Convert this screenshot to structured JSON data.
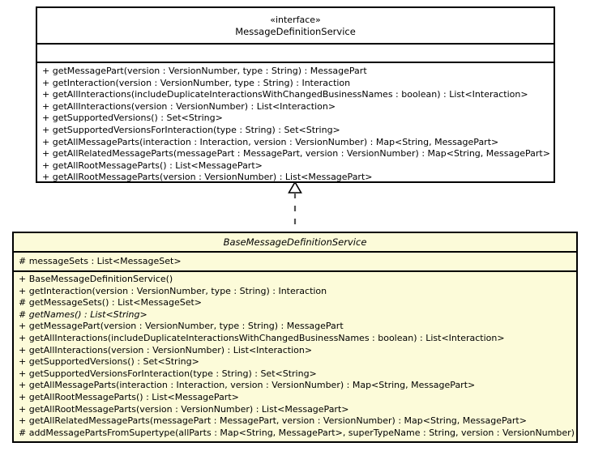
{
  "diagram": {
    "type": "uml-class-diagram",
    "relationship": {
      "kind": "realization",
      "line_style": "dashed",
      "arrow_head": "hollow-triangle",
      "from": "BaseMessageDefinitionService",
      "to": "MessageDefinitionService"
    }
  },
  "interface_box": {
    "stereotype": "«interface»",
    "name": "MessageDefinitionService",
    "fill": "#ffffff",
    "attributes": [],
    "methods": [
      "+ getMessagePart(version : VersionNumber, type : String) : MessagePart",
      "+ getInteraction(version : VersionNumber, type : String) : Interaction",
      "+ getAllInteractions(includeDuplicateInteractionsWithChangedBusinessNames : boolean) : List<Interaction>",
      "+ getAllInteractions(version : VersionNumber) : List<Interaction>",
      "+ getSupportedVersions() : Set<String>",
      "+ getSupportedVersionsForInteraction(type : String) : Set<String>",
      "+ getAllMessageParts(interaction : Interaction, version : VersionNumber) : Map<String, MessagePart>",
      "+ getAllRelatedMessageParts(messagePart : MessagePart, version : VersionNumber) : Map<String, MessagePart>",
      "+ getAllRootMessageParts() : List<MessagePart>",
      "+ getAllRootMessageParts(version : VersionNumber) : List<MessagePart>"
    ]
  },
  "class_box": {
    "name": "BaseMessageDefinitionService",
    "is_abstract": true,
    "fill": "#fcfbd9",
    "attributes": [
      "# messageSets : List<MessageSet>"
    ],
    "methods": [
      {
        "text": "+ BaseMessageDefinitionService()",
        "abstract": false
      },
      {
        "text": "+ getInteraction(version : VersionNumber, type : String) : Interaction",
        "abstract": false
      },
      {
        "text": "# getMessageSets() : List<MessageSet>",
        "abstract": false
      },
      {
        "text": "# getNames() : List<String>",
        "abstract": true
      },
      {
        "text": "+ getMessagePart(version : VersionNumber, type : String) : MessagePart",
        "abstract": false
      },
      {
        "text": "+ getAllInteractions(includeDuplicateInteractionsWithChangedBusinessNames : boolean) : List<Interaction>",
        "abstract": false
      },
      {
        "text": "+ getAllInteractions(version : VersionNumber) : List<Interaction>",
        "abstract": false
      },
      {
        "text": "+ getSupportedVersions() : Set<String>",
        "abstract": false
      },
      {
        "text": "+ getSupportedVersionsForInteraction(type : String) : Set<String>",
        "abstract": false
      },
      {
        "text": "+ getAllMessageParts(interaction : Interaction, version : VersionNumber) : Map<String, MessagePart>",
        "abstract": false
      },
      {
        "text": "+ getAllRootMessageParts() : List<MessagePart>",
        "abstract": false
      },
      {
        "text": "+ getAllRootMessageParts(version : VersionNumber) : List<MessagePart>",
        "abstract": false
      },
      {
        "text": "+ getAllRelatedMessageParts(messagePart : MessagePart, version : VersionNumber) : Map<String, MessagePart>",
        "abstract": false
      },
      {
        "text": "# addMessagePartsFromSupertype(allParts : Map<String, MessagePart>, superTypeName : String, version : VersionNumber)",
        "abstract": false
      }
    ]
  },
  "colors": {
    "stroke": "#000000",
    "interface_fill": "#ffffff",
    "class_fill": "#fcfbd9"
  }
}
